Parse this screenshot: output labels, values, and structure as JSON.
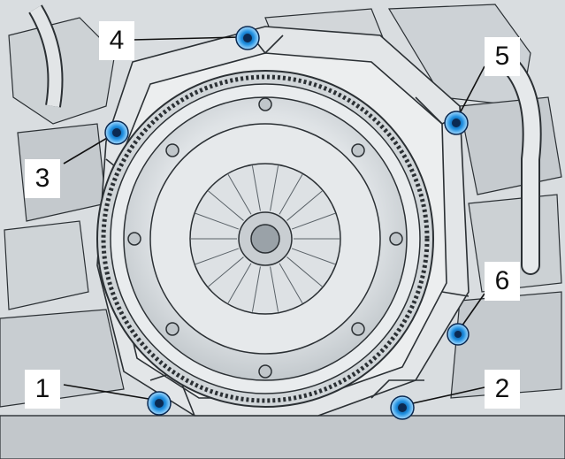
{
  "diagram": {
    "callouts": [
      {
        "id": "1",
        "label": "1"
      },
      {
        "id": "2",
        "label": "2"
      },
      {
        "id": "3",
        "label": "3"
      },
      {
        "id": "4",
        "label": "4"
      },
      {
        "id": "5",
        "label": "5"
      },
      {
        "id": "6",
        "label": "6"
      }
    ],
    "colors": {
      "background": "#d9dde0",
      "metal_light": "#eef0f1",
      "metal_mid": "#c9ced2",
      "metal_dark": "#8d959b",
      "line": "#2b3034",
      "bolt_highlight": "#1f8fe0",
      "bolt_core": "#0b3a72",
      "label_bg": "#ffffff",
      "label_text": "#111111"
    }
  }
}
